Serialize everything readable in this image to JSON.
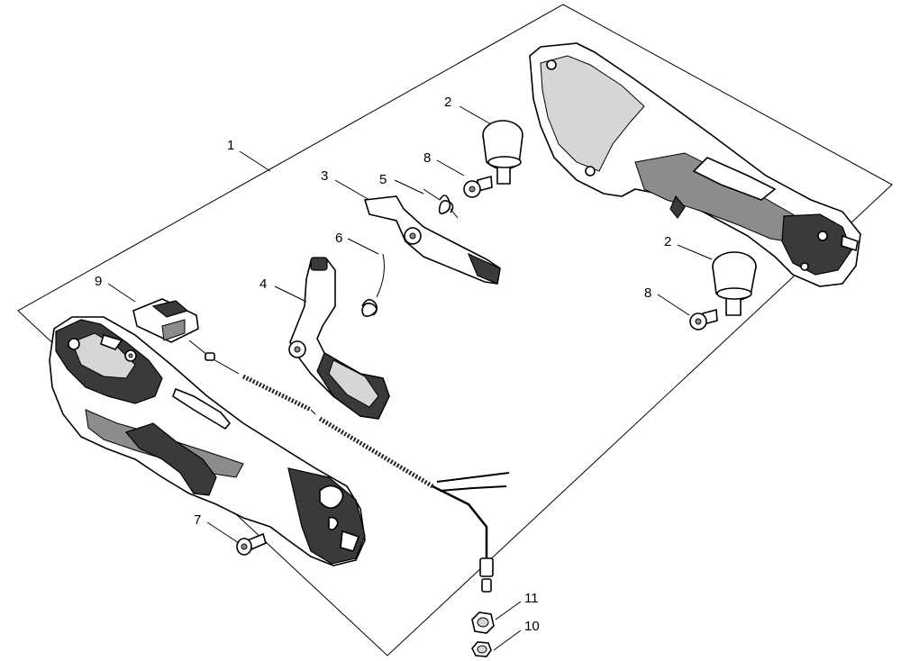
{
  "callouts": [
    {
      "id": "c1",
      "text": "1"
    },
    {
      "id": "c2a",
      "text": "2"
    },
    {
      "id": "c2b",
      "text": "2"
    },
    {
      "id": "c3",
      "text": "3"
    },
    {
      "id": "c4",
      "text": "4"
    },
    {
      "id": "c5",
      "text": "5"
    },
    {
      "id": "c6",
      "text": "6"
    },
    {
      "id": "c7",
      "text": "7"
    },
    {
      "id": "c8a",
      "text": "8"
    },
    {
      "id": "c8b",
      "text": "8"
    },
    {
      "id": "c9",
      "text": "9"
    },
    {
      "id": "c10",
      "text": "10"
    },
    {
      "id": "c11",
      "text": "11"
    }
  ]
}
